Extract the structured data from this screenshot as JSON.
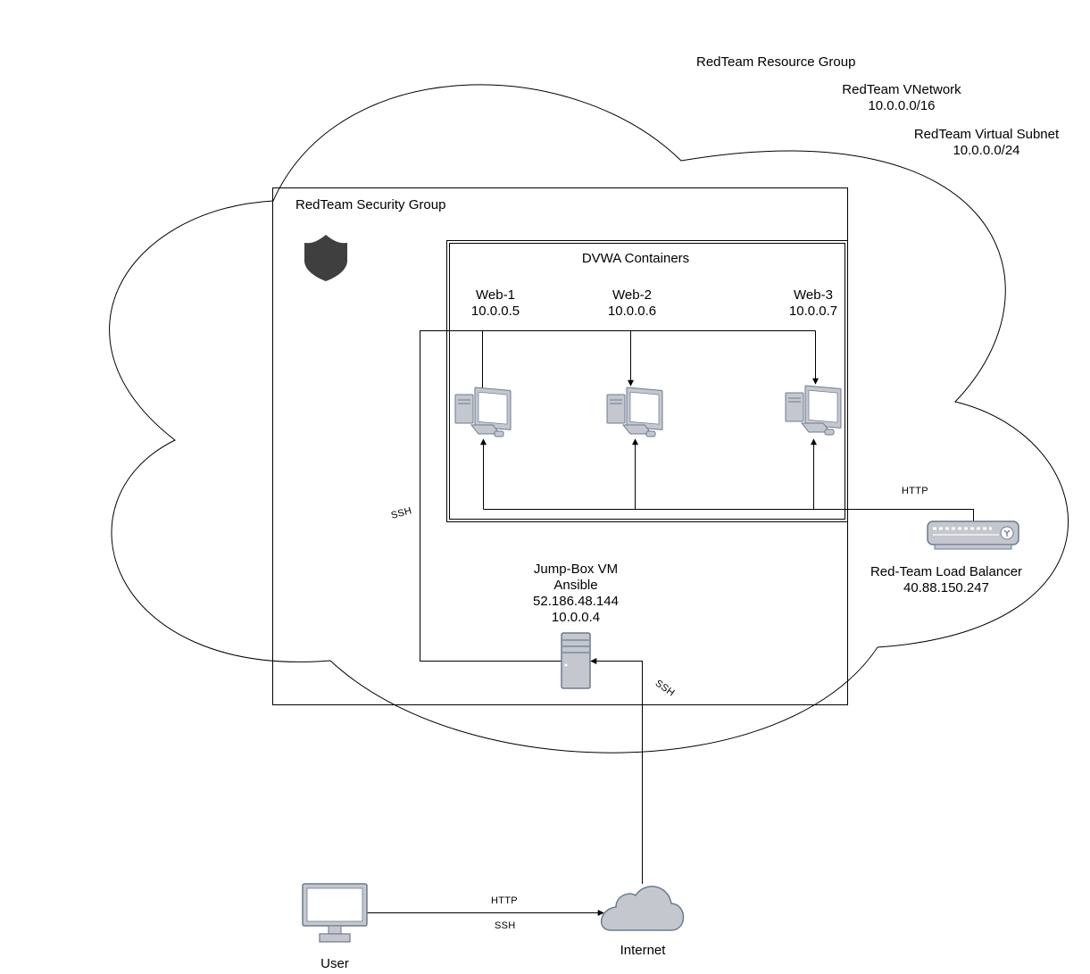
{
  "labels": {
    "resource_group": "RedTeam Resource Group",
    "vnetwork_name": "RedTeam VNetwork",
    "vnetwork_cidr": "10.0.0.0/16",
    "subnet_name": "RedTeam Virtual Subnet",
    "subnet_cidr": "10.0.0.0/24",
    "security_group": "RedTeam Security Group",
    "containers": "DVWA Containers"
  },
  "web_servers": [
    {
      "name": "Web-1",
      "ip": "10.0.0.5"
    },
    {
      "name": "Web-2",
      "ip": "10.0.0.6"
    },
    {
      "name": "Web-3",
      "ip": "10.0.0.7"
    }
  ],
  "jumpbox": {
    "name": "Jump-Box VM",
    "role": "Ansible",
    "public_ip": "52.186.48.144",
    "private_ip": "10.0.0.4"
  },
  "load_balancer": {
    "name": "Red-Team Load Balancer",
    "ip": "40.88.150.247"
  },
  "edges": {
    "ssh_internal": "SSH",
    "ssh_internet": "SSH",
    "http_lb": "HTTP",
    "user_http": "HTTP",
    "user_ssh": "SSH"
  },
  "user_label": "User",
  "internet_label": "Internet",
  "icons": {
    "security_group": "shield-icon",
    "web_server": "desktop-computer-icon",
    "jumpbox": "server-tower-icon",
    "load_balancer": "load-balancer-icon",
    "user": "monitor-icon",
    "internet": "cloud-icon"
  },
  "colors": {
    "line": "#000000",
    "icon_fill": "#c4c8ce",
    "icon_stroke": "#6c7a91",
    "shield": "#3f3f3f"
  }
}
